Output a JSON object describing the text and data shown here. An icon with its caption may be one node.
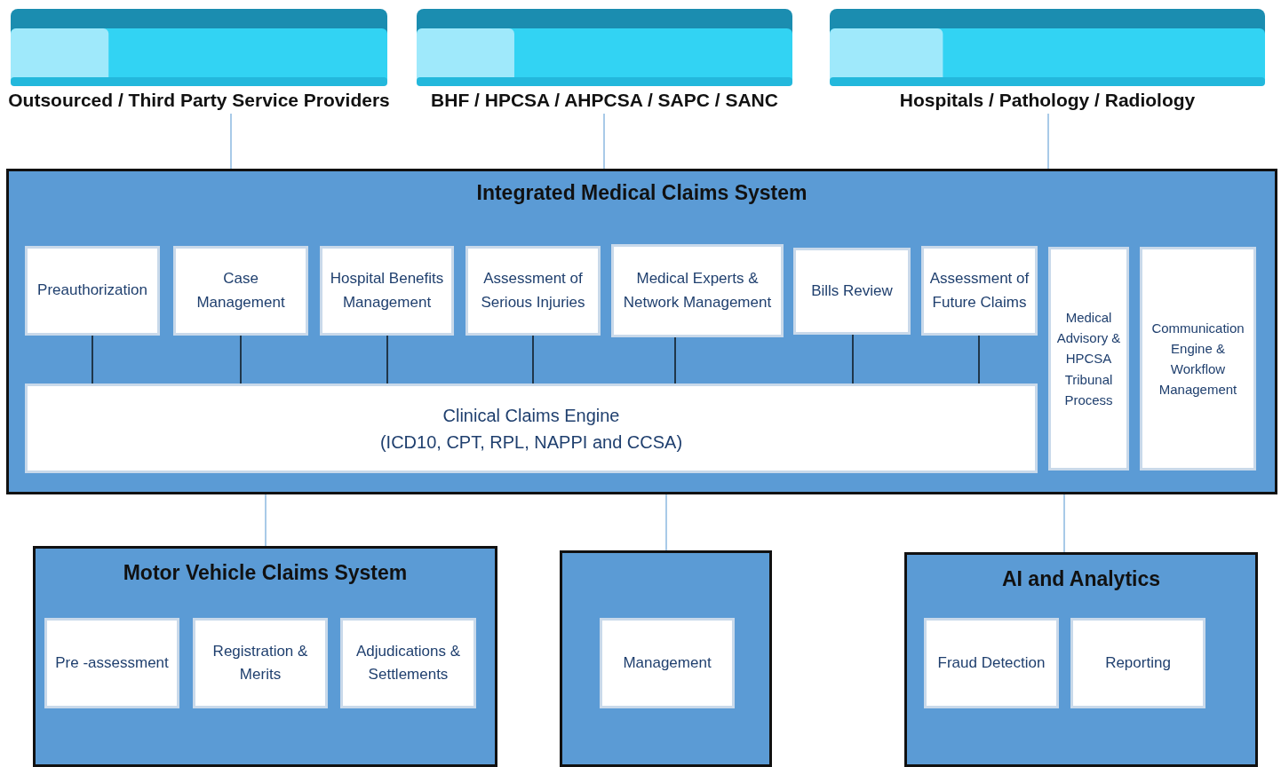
{
  "diagram": {
    "nodes": [
      {
        "text": [
          "Outsourced / Third Party Service Providers"
        ]
      },
      {
        "text": [
          "BHF / HPCSA / AHPCSA / SAPC / SANC"
        ]
      },
      {
        "text": [
          "Hospitals / Pathology / Radiology"
        ]
      },
      {
        "text": [
          "Integrated Medical Claims System"
        ]
      },
      {
        "text": [
          "Preauthorization"
        ],
        "in": 3
      },
      {
        "text": [
          "Case Management"
        ],
        "in": 3
      },
      {
        "text": [
          "Hospital Benefits Management"
        ],
        "in": 3
      },
      {
        "text": [
          "Assessment of Serious Injuries"
        ],
        "in": 3
      },
      {
        "text": [
          "Medical Experts & Network Management"
        ],
        "in": 3
      },
      {
        "text": [
          "Bills Review"
        ],
        "in": 3
      },
      {
        "text": [
          "Assessment of Future Claims"
        ],
        "in": 3
      },
      {
        "text": [
          "Medical Advisory & HPCSA Tribunal Process"
        ],
        "in": 3
      },
      {
        "text": [
          "Communication Engine & Workflow Management"
        ],
        "in": 3
      },
      {
        "text": [
          "Clinical Claims Engine",
          "(ICD10, CPT, RPL, NAPPI and CCSA)"
        ],
        "in": 3
      },
      {
        "text": [
          "Motor Vehicle Claims System"
        ]
      },
      {
        "text": [
          "Pre -assessment"
        ],
        "in": 14
      },
      {
        "text": [
          "Registration & Merits"
        ],
        "in": 14
      },
      {
        "text": [
          "Adjudications & Settlements"
        ],
        "in": 14
      },
      {
        "text": [],
        "shape": "box"
      },
      {
        "text": [
          "Management"
        ],
        "in": 18
      },
      {
        "text": [
          "AI and Analytics"
        ]
      },
      {
        "text": [
          "Fraud Detection"
        ],
        "in": 20
      },
      {
        "text": [
          "Reporting"
        ],
        "in": 20
      }
    ],
    "edges": [
      {
        "from": 0,
        "to": 3,
        "arrow": "none",
        "color": "#7aaedc"
      },
      {
        "from": 1,
        "to": 3,
        "arrow": "none",
        "color": "#7aaedc"
      },
      {
        "from": 2,
        "to": 3,
        "arrow": "none",
        "color": "#7aaedc"
      },
      {
        "from": 4,
        "to": 13,
        "arrow": "none"
      },
      {
        "from": 5,
        "to": 13,
        "arrow": "none"
      },
      {
        "from": 6,
        "to": 13,
        "arrow": "none"
      },
      {
        "from": 7,
        "to": 13,
        "arrow": "none"
      },
      {
        "from": 8,
        "to": 13,
        "arrow": "none"
      },
      {
        "from": 9,
        "to": 13,
        "arrow": "none"
      },
      {
        "from": 10,
        "to": 13,
        "arrow": "none"
      },
      {
        "from": 3,
        "to": 14,
        "arrow": "none",
        "color": "#7aaedc"
      },
      {
        "from": 3,
        "to": 18,
        "arrow": "none",
        "color": "#7aaedc"
      },
      {
        "from": 3,
        "to": 20,
        "arrow": "none",
        "color": "#7aaedc"
      }
    ]
  }
}
